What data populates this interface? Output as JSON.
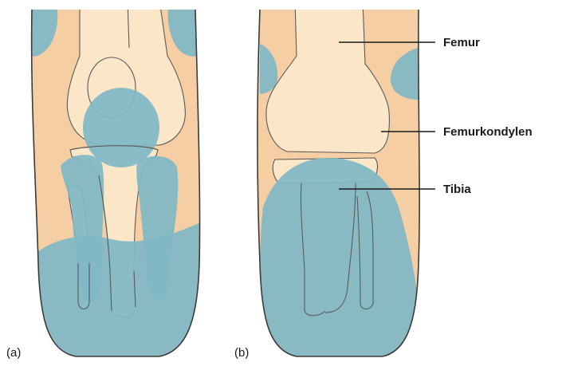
{
  "labels": {
    "femur": "Femur",
    "femurkondylen": "Femurkondylen",
    "tibia": "Tibia"
  },
  "panels": {
    "a": "(a)",
    "b": "(b)"
  },
  "colors": {
    "skin": "#f5cfa3",
    "bone": "#fbe6c8",
    "pressure_area": "#7fb8c6",
    "pressure_area_dark": "#6fa9b8",
    "outline": "#3a3a3a",
    "background": "#ffffff"
  }
}
